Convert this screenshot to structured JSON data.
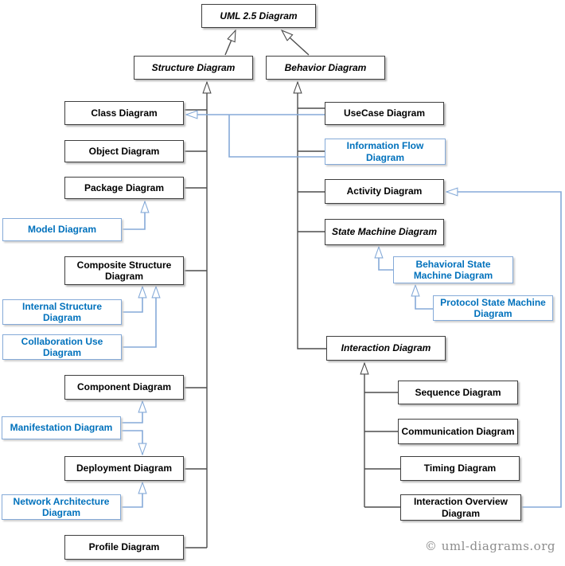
{
  "nodes": {
    "uml25": {
      "label": "UML 2.5 Diagram"
    },
    "structure": {
      "label": "Structure Diagram"
    },
    "behavior": {
      "label": "Behavior Diagram"
    },
    "class": {
      "label": "Class Diagram"
    },
    "object": {
      "label": "Object Diagram"
    },
    "package": {
      "label": "Package Diagram"
    },
    "model": {
      "label": "Model Diagram"
    },
    "composite_structure": {
      "label": "Composite Structure Diagram"
    },
    "internal_structure": {
      "label": "Internal Structure Diagram"
    },
    "collaboration_use": {
      "label": "Collaboration Use Diagram"
    },
    "component": {
      "label": "Component Diagram"
    },
    "manifestation": {
      "label": "Manifestation Diagram"
    },
    "deployment": {
      "label": "Deployment Diagram"
    },
    "network_architecture": {
      "label": "Network Architecture Diagram"
    },
    "profile": {
      "label": "Profile Diagram"
    },
    "usecase": {
      "label": "UseCase Diagram"
    },
    "information_flow": {
      "label": "Information Flow Diagram"
    },
    "activity": {
      "label": "Activity Diagram"
    },
    "state_machine": {
      "label": "State Machine Diagram"
    },
    "behavioral_state_machine": {
      "label": "Behavioral State Machine Diagram"
    },
    "protocol_state_machine": {
      "label": "Protocol State Machine Diagram"
    },
    "interaction": {
      "label": "Interaction Diagram"
    },
    "sequence": {
      "label": "Sequence Diagram"
    },
    "communication": {
      "label": "Communication Diagram"
    },
    "timing": {
      "label": "Timing Diagram"
    },
    "interaction_overview": {
      "label": "Interaction Overview Diagram"
    }
  },
  "colors": {
    "official_text": "#000000",
    "official_border": "#3f3f3f",
    "auxiliary_text": "#0071bc",
    "auxiliary_border": "#85aad8",
    "connector_dark": "#4d4d4d",
    "connector_blue": "#85aad8"
  },
  "footer": {
    "copyright": "© uml-diagrams.org"
  }
}
